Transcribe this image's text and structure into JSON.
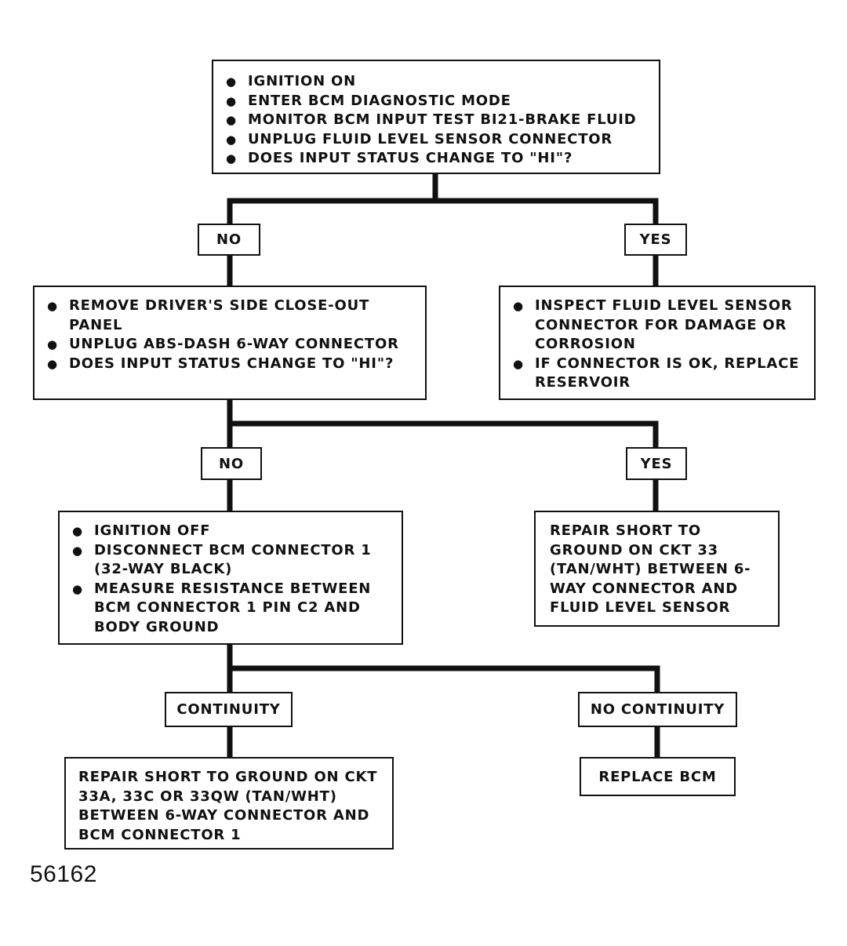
{
  "diagram": {
    "top_box": {
      "items": [
        "IGNITION ON",
        "ENTER BCM DIAGNOSTIC MODE",
        "MONITOR BCM INPUT TEST BI21-BRAKE FLUID",
        "UNPLUG FLUID LEVEL SENSOR CONNECTOR",
        "DOES INPUT STATUS CHANGE TO \"HI\"?"
      ]
    },
    "branch1": {
      "no_label": "NO",
      "yes_label": "YES",
      "no_box": {
        "items": [
          "REMOVE DRIVER'S SIDE CLOSE-OUT PANEL",
          "UNPLUG ABS-DASH 6-WAY CONNECTOR",
          "DOES INPUT STATUS CHANGE TO \"HI\"?"
        ]
      },
      "yes_box": {
        "items": [
          "INSPECT FLUID LEVEL SENSOR CONNECTOR FOR DAMAGE OR CORROSION",
          "IF CONNECTOR IS OK, REPLACE RESERVOIR"
        ]
      }
    },
    "branch2": {
      "no_label": "NO",
      "yes_label": "YES",
      "no_box": {
        "items": [
          "IGNITION OFF",
          "DISCONNECT BCM CONNECTOR 1 (32-WAY BLACK)",
          "MEASURE RESISTANCE BETWEEN BCM CONNECTOR 1 PIN C2 AND BODY GROUND"
        ]
      },
      "yes_box": {
        "text": "REPAIR SHORT TO GROUND ON CKT 33 (TAN/WHT) BETWEEN 6-WAY CONNECTOR AND FLUID LEVEL SENSOR"
      }
    },
    "branch3": {
      "left_label": "CONTINUITY",
      "right_label": "NO CONTINUITY",
      "left_box": {
        "text": "REPAIR SHORT TO GROUND ON CKT 33A, 33C OR 33QW (TAN/WHT) BETWEEN 6-WAY CONNECTOR AND BCM CONNECTOR 1"
      },
      "right_box": {
        "text": "REPLACE BCM"
      }
    }
  },
  "figure_number": "56162",
  "colors": {
    "line": "#111111",
    "background": "#ffffff"
  }
}
